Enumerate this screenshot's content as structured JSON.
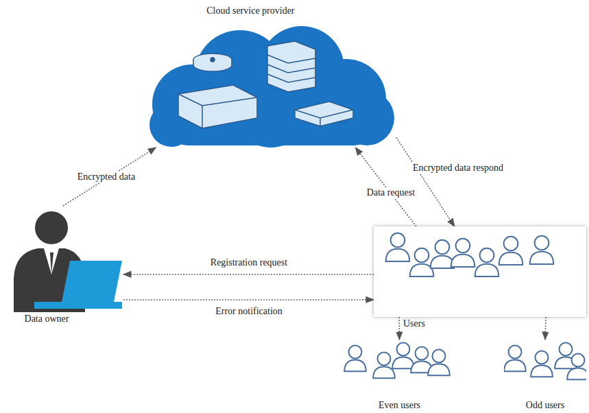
{
  "diagram": {
    "nodes": [
      {
        "text": [
          "Cloud service provider"
        ]
      },
      {
        "text": [
          "Data owner"
        ]
      },
      {
        "text": [
          "Users"
        ]
      },
      {
        "text": [
          "Even users"
        ]
      },
      {
        "text": [
          "Odd users"
        ]
      }
    ],
    "edges": [
      {
        "from": 1,
        "to": 0,
        "label": "Encrypted data",
        "arrow": "to"
      },
      {
        "from": 2,
        "to": 0,
        "label": "Data request",
        "arrow": "to"
      },
      {
        "from": 0,
        "to": 2,
        "label": "Encrypted data respond",
        "arrow": "to"
      },
      {
        "from": 2,
        "to": 1,
        "label": "Registration request",
        "arrow": "to"
      },
      {
        "from": 1,
        "to": 2,
        "label": "Error notification",
        "arrow": "to"
      },
      {
        "from": 2,
        "to": 3,
        "arrow": "to"
      },
      {
        "from": 2,
        "to": 4,
        "arrow": "to"
      }
    ]
  }
}
